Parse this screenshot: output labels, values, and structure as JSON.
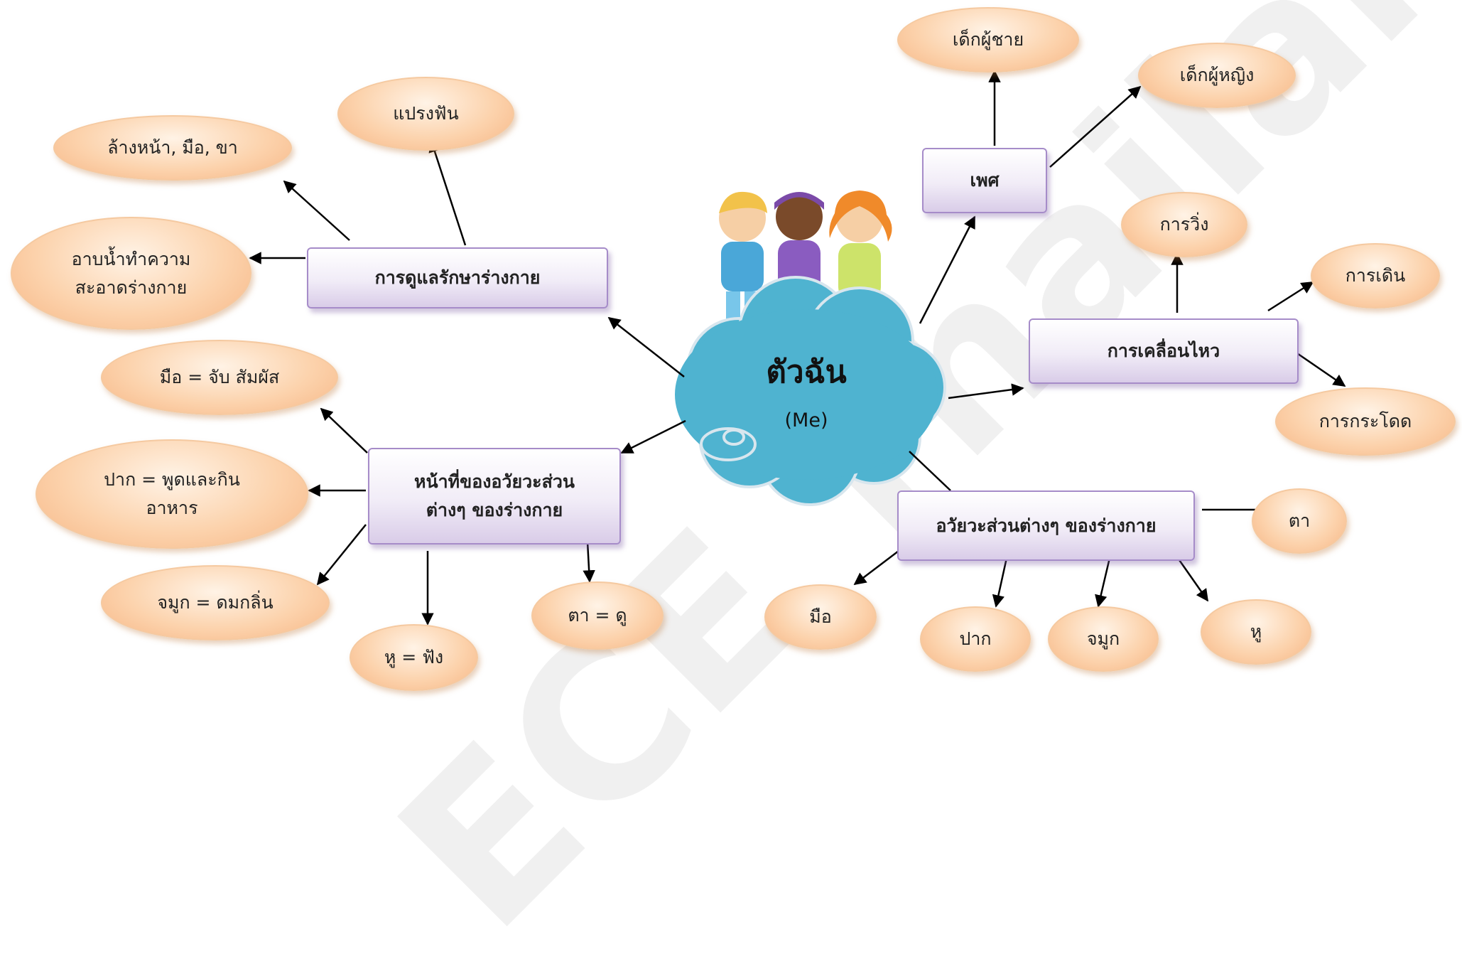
{
  "center": {
    "title": "ตัวฉัน",
    "subtitle": "(Me)"
  },
  "watermark": "ECE Thailand",
  "branches": {
    "gender": {
      "label": "เพศ",
      "children": [
        "เด็กผู้ชาย",
        "เด็กผู้หญิง"
      ]
    },
    "movement": {
      "label": "การเคลื่อนไหว",
      "children": [
        "การวิ่ง",
        "การเดิน",
        "การกระโดด"
      ]
    },
    "parts": {
      "label": "อวัยวะส่วนต่างๆ ของร่างกาย",
      "children": [
        "ตา",
        "มือ",
        "ปาก",
        "จมูก",
        "หู"
      ]
    },
    "care": {
      "label": "การดูแลรักษาร่างกาย",
      "children": [
        "แปรงฟัน",
        "ล้างหน้า, มือ, ขา",
        "อาบน้ำทำความ\nสะอาดร่างกาย"
      ]
    },
    "functions": {
      "label": "หน้าที่ของอวัยวะส่วน\nต่างๆ ของร่างกาย",
      "children": [
        "มือ = จับ สัมผัส",
        "ปาก = พูดและกิน\nอาหาร",
        "จมูก = ดมกลิ่น",
        "หู = ฟัง",
        "ตา = ดู"
      ]
    }
  },
  "colors": {
    "cloud": "#4fb3d0",
    "oval": "#fcd3ad",
    "box_border": "#a68cc9",
    "arrow": "#000000"
  }
}
